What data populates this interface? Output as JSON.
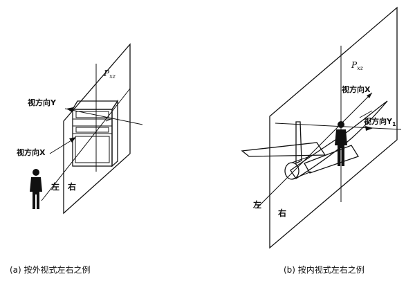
{
  "panel_a": {
    "plane_label": "P",
    "plane_sub": "xz",
    "view_y": "视方向Y",
    "view_x": "视方向X",
    "left": "左",
    "right": "右",
    "caption": "(a) 按外视式左右之例"
  },
  "panel_b": {
    "plane_label": "P",
    "plane_sub": "xz",
    "view_x": "视方向X",
    "view_y": "视方向Y",
    "view_y_sub": "1",
    "left": "左",
    "right": "右",
    "caption": "(b) 按内视式左右之例"
  }
}
